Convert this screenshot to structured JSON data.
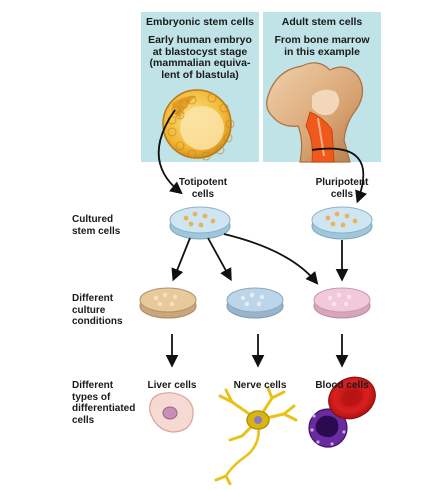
{
  "panels": {
    "embryonic": {
      "title": "Embryonic stem cells",
      "desc": "Early human embryo\nat blastocyst stage\n(mammalian equiva-\nlent of blastula)"
    },
    "adult": {
      "title": "Adult stem cells",
      "desc": "From bone marrow\nin this example"
    }
  },
  "potency": {
    "totipotent": "Totipotent\ncells",
    "pluripotent": "Pluripotent\ncells"
  },
  "rows": {
    "cultured": "Cultured\nstem cells",
    "conditions": "Different\nculture\nconditions",
    "differentiated": "Different\ntypes of\ndifferentiated\ncells"
  },
  "cell_types": {
    "liver": "Liver cells",
    "nerve": "Nerve cells",
    "blood": "Blood cells"
  },
  "colors": {
    "panel_bg": "#bfe3e6",
    "embryo": "#f2b632",
    "dish_blue": "#cfe6f2",
    "dish_tan": "#e8c99c",
    "dish_steel": "#bcd5e8",
    "dish_pink": "#f2c9d8",
    "bone": "#e3b889",
    "marrow": "#ef5a1c",
    "red_blood_cell": "#d11a1a",
    "white_blood_cell": "#6a2aa0",
    "neuron": "#e8c21a",
    "liver_cell": "#f6d9d2"
  }
}
